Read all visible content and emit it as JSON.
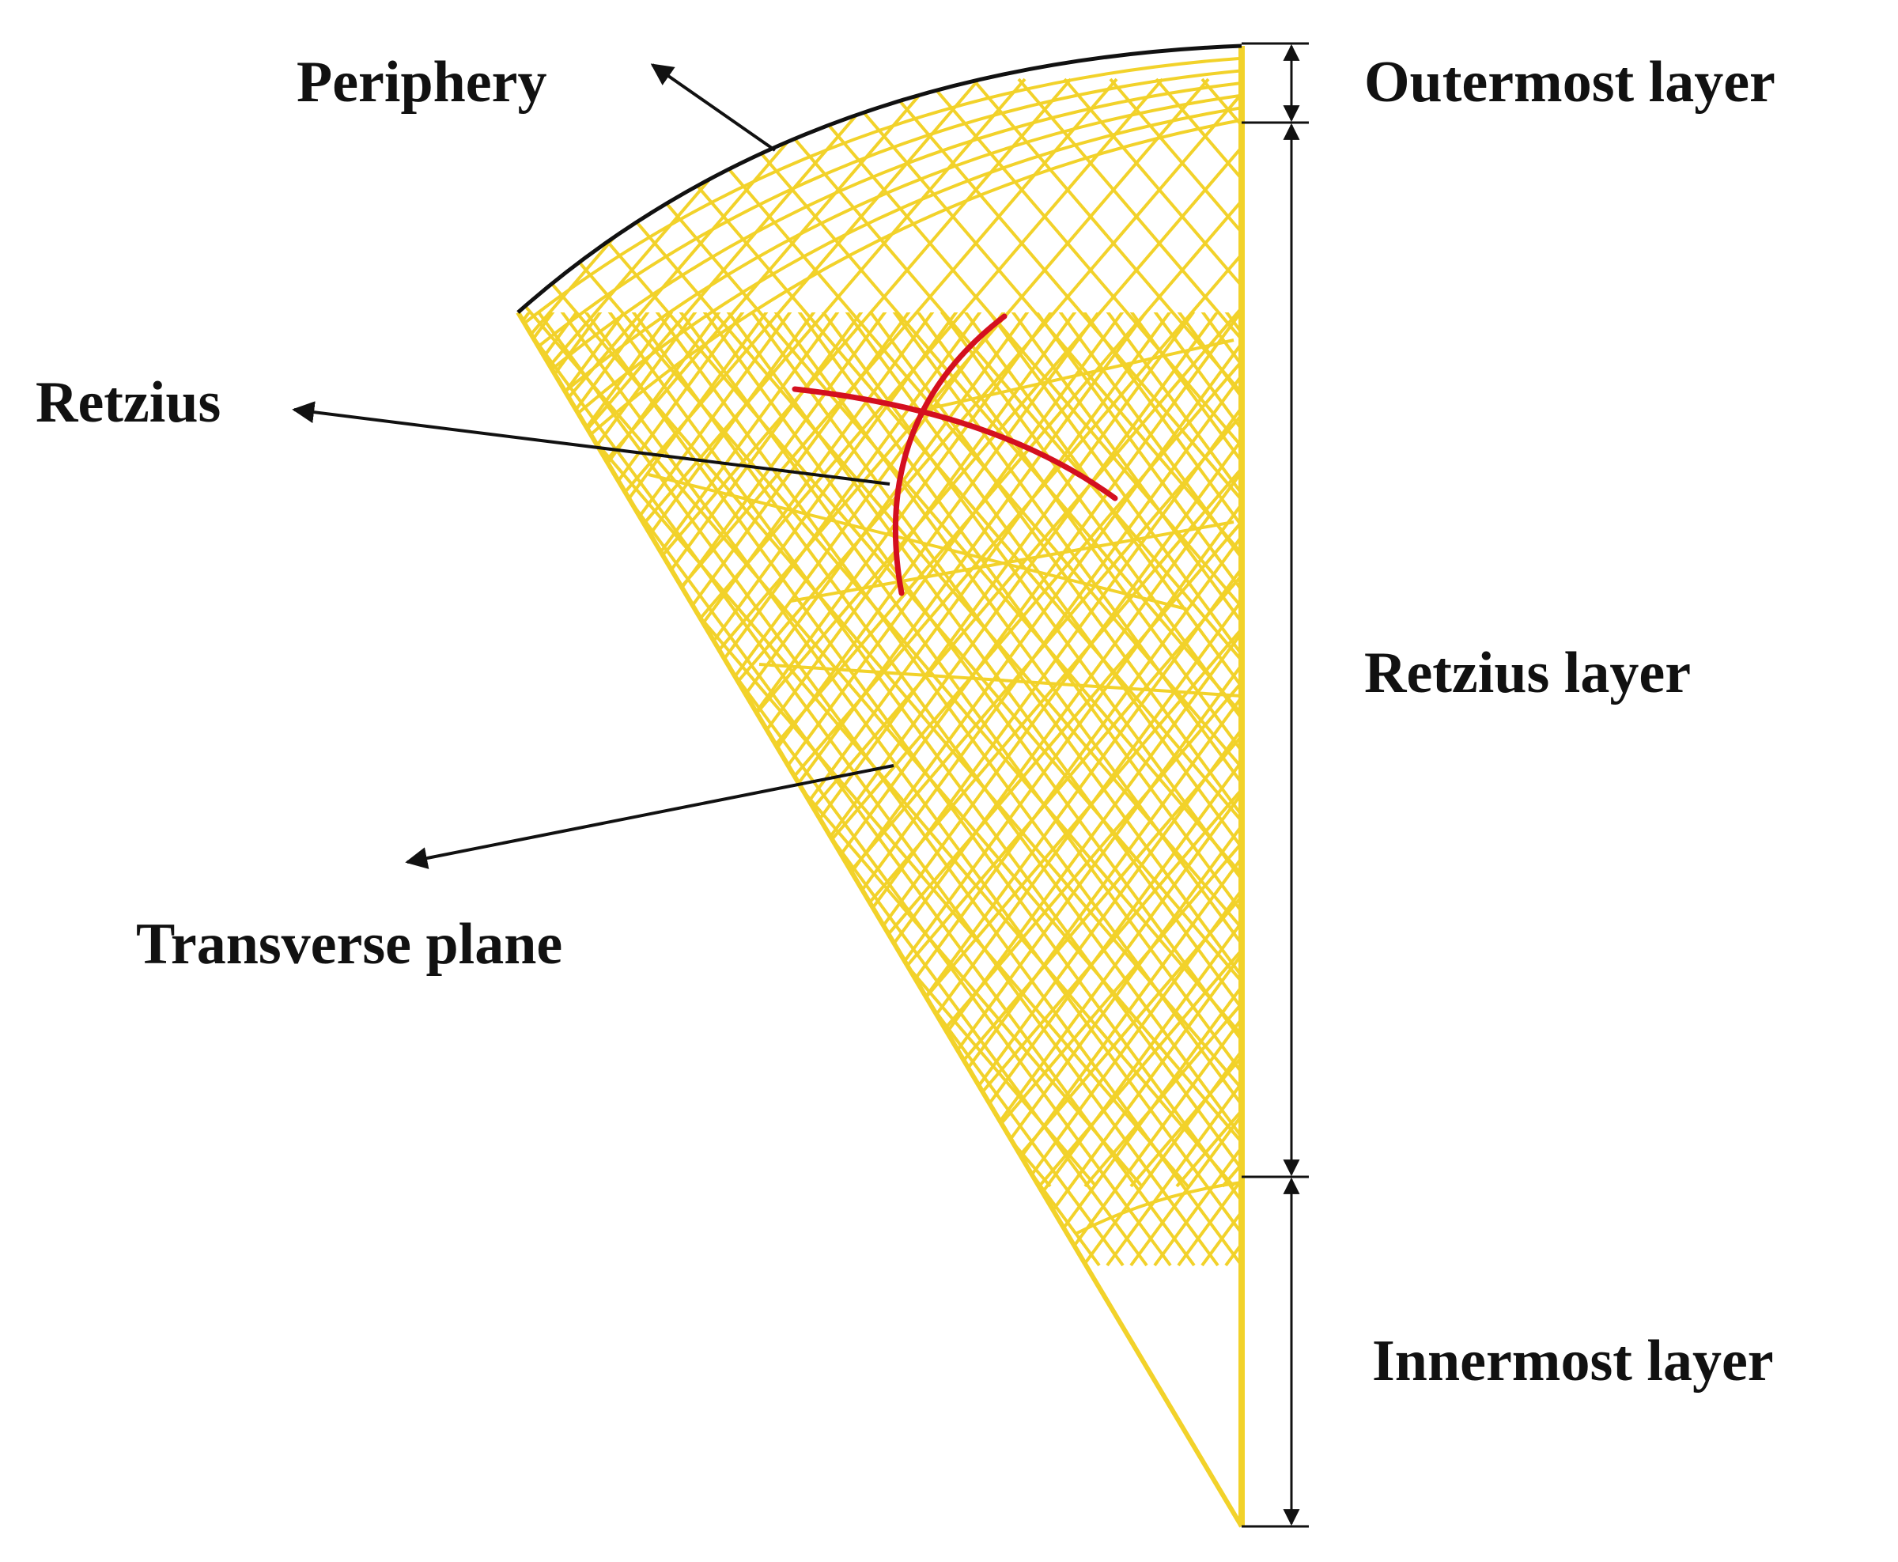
{
  "labels": {
    "periphery": "Periphery",
    "retzius": "Retzius",
    "transverse_plane": "Transverse plane",
    "outermost_layer": "Outermost layer",
    "retzius_layer": "Retzius layer",
    "innermost_layer": "Innermost layer"
  },
  "colors": {
    "enamel_lines": "#f2d22a",
    "retzius_mark": "#d40f1f",
    "arrows": "#111111",
    "background": "#ffffff"
  }
}
